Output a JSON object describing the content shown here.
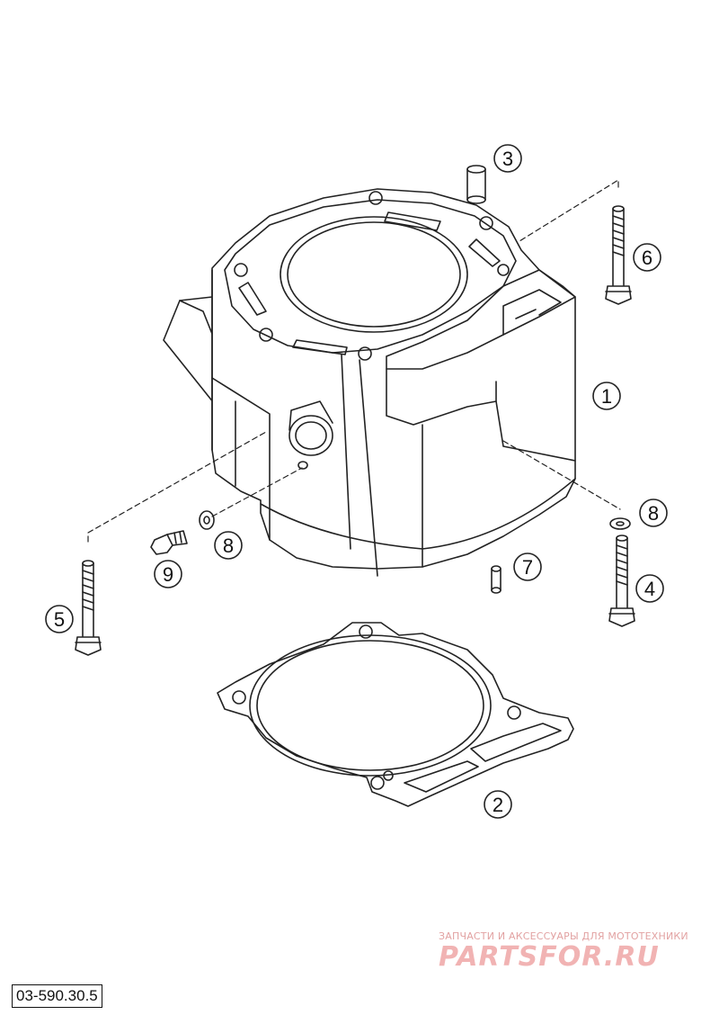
{
  "callouts": [
    {
      "label": "1",
      "part": "cylinder"
    },
    {
      "label": "2",
      "part": "base-gasket"
    },
    {
      "label": "3",
      "part": "dowel-pin-top"
    },
    {
      "label": "4",
      "part": "bolt-right"
    },
    {
      "label": "5",
      "part": "bolt-left"
    },
    {
      "label": "6",
      "part": "bolt-top-right"
    },
    {
      "label": "7",
      "part": "dowel-pin-bottom"
    },
    {
      "label": "8",
      "part": "washer-right"
    },
    {
      "label": "8",
      "part": "washer-left"
    },
    {
      "label": "9",
      "part": "plug-screw"
    }
  ],
  "watermark": {
    "tagline": "ЗАПЧАСТИ И АКСЕССУАРЫ ДЛЯ МОТОТЕХНИКИ",
    "brand": "PARTSFOR.RU"
  },
  "diagram_code": "03-590.30.5",
  "colors": {
    "line": "#222222",
    "watermark": "#f1b3b3"
  }
}
